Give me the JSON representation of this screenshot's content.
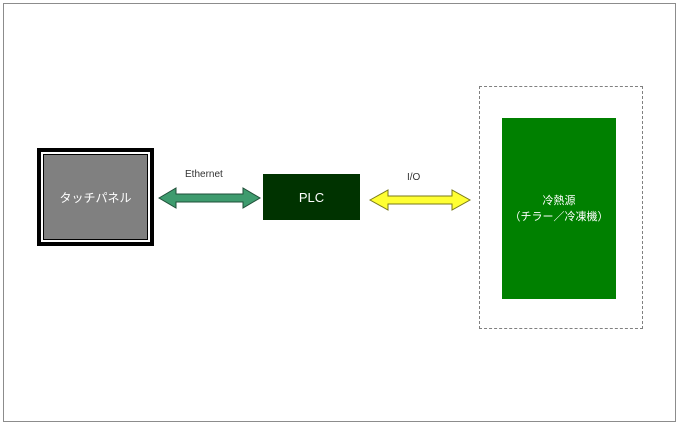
{
  "diagram": {
    "touch_panel": {
      "label": "タッチパネル"
    },
    "plc": {
      "label": "PLC"
    },
    "heat_source": {
      "line1": "冷熱源",
      "line2": "（チラー／冷凍機）"
    },
    "links": {
      "ethernet": {
        "label": "Ethernet",
        "color": "#3e9b6e"
      },
      "io": {
        "label": "I/O",
        "color": "#ffff33"
      }
    },
    "colors": {
      "touch_panel_face": "#808080",
      "plc": "#003300",
      "heat_source": "#008000"
    }
  }
}
